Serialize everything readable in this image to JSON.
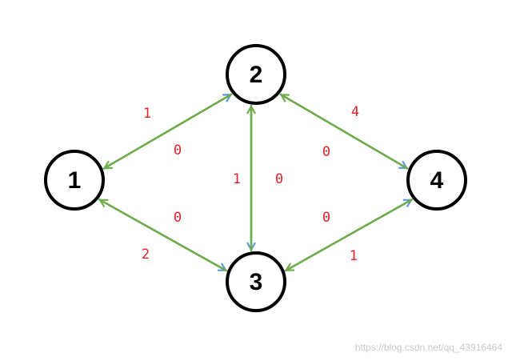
{
  "colors": {
    "forward": "#5b9bd5",
    "reverse": "#70ad47",
    "label": "#e8202a"
  },
  "nodes": [
    {
      "id": "1",
      "label": "1"
    },
    {
      "id": "2",
      "label": "2"
    },
    {
      "id": "3",
      "label": "3"
    },
    {
      "id": "4",
      "label": "4"
    }
  ],
  "edges": [
    {
      "from": "1",
      "to": "2",
      "capacity": "1",
      "kind": "forward"
    },
    {
      "from": "2",
      "to": "1",
      "capacity": "0",
      "kind": "reverse"
    },
    {
      "from": "1",
      "to": "3",
      "capacity": "2",
      "kind": "forward"
    },
    {
      "from": "3",
      "to": "1",
      "capacity": "0",
      "kind": "reverse"
    },
    {
      "from": "2",
      "to": "3",
      "capacity": "1",
      "kind": "forward"
    },
    {
      "from": "3",
      "to": "2",
      "capacity": "0",
      "kind": "reverse"
    },
    {
      "from": "2",
      "to": "4",
      "capacity": "4",
      "kind": "forward"
    },
    {
      "from": "4",
      "to": "2",
      "capacity": "0",
      "kind": "reverse"
    },
    {
      "from": "3",
      "to": "4",
      "capacity": "1",
      "kind": "forward"
    },
    {
      "from": "4",
      "to": "3",
      "capacity": "0",
      "kind": "reverse"
    }
  ],
  "watermark": "https://blog.csdn.net/qq_43916464"
}
